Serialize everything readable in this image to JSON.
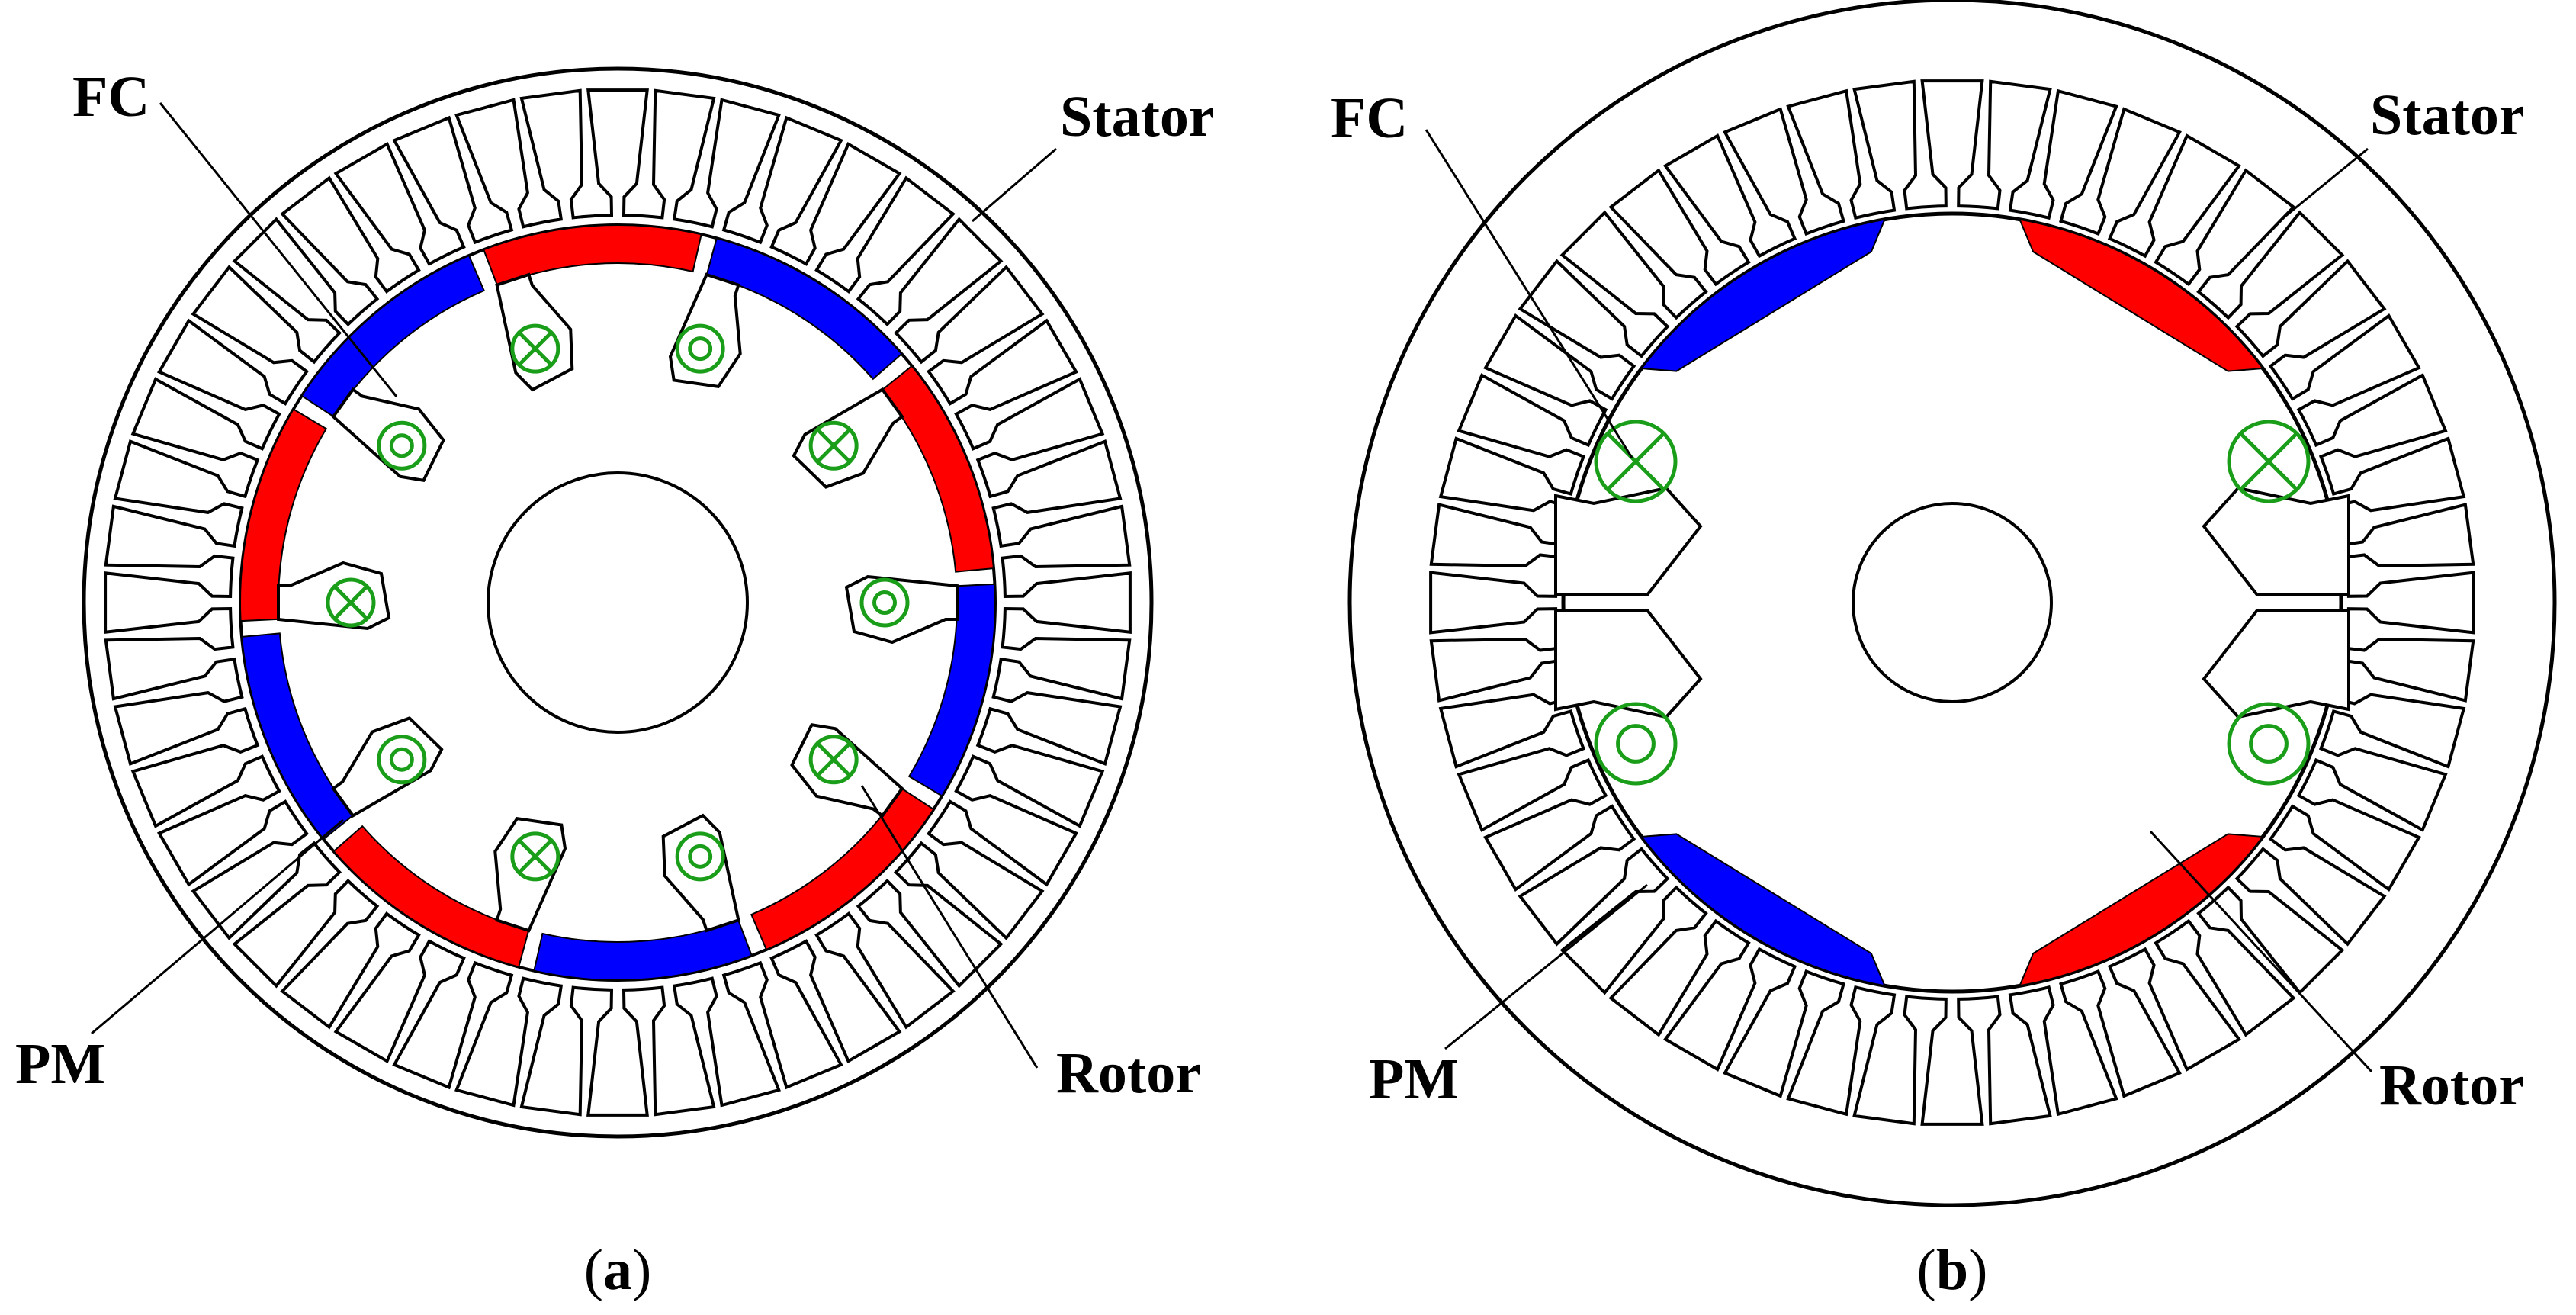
{
  "colors": {
    "outline": "#000000",
    "pm_red": "#ff0000",
    "pm_blue": "#0000ff",
    "coil_green": "#1a9e1a",
    "background": "#ffffff"
  },
  "panels": [
    {
      "id": "a",
      "caption_open": "(",
      "caption_letter": "a",
      "caption_close": ")",
      "labels": {
        "fc": "FC",
        "stator": "Stator",
        "pm": "PM",
        "rotor": "Rotor"
      },
      "stator_slots": 48,
      "rotor_poles": 10,
      "pm_magnets": [
        "red",
        "blue",
        "red",
        "blue",
        "red",
        "blue",
        "red",
        "blue",
        "red",
        "blue"
      ],
      "field_coils": [
        "cross",
        "dot",
        "cross",
        "dot",
        "cross",
        "dot",
        "cross",
        "dot",
        "cross",
        "dot"
      ]
    },
    {
      "id": "b",
      "caption_open": "(",
      "caption_letter": "b",
      "caption_close": ")",
      "labels": {
        "fc": "FC",
        "stator": "Stator",
        "pm": "PM",
        "rotor": "Rotor"
      },
      "stator_slots": 48,
      "rotor_poles": 4,
      "pm_magnets": [
        "red",
        "blue",
        "blue",
        "red"
      ],
      "field_coils": [
        "cross",
        "cross",
        "dot",
        "dot"
      ]
    }
  ]
}
